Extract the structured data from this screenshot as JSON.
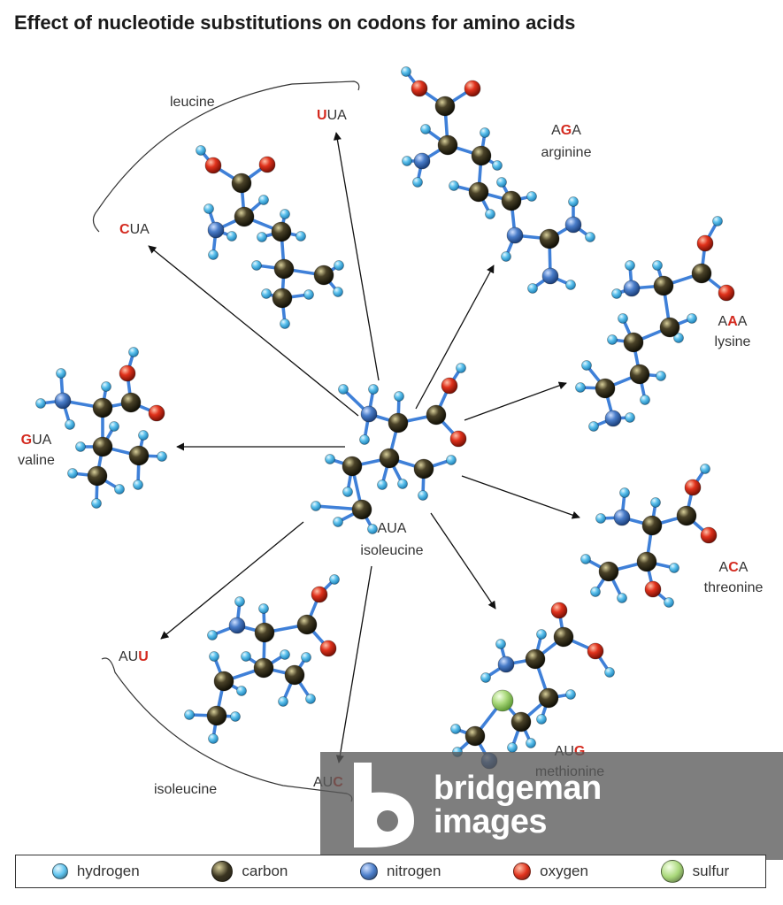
{
  "title": "Effect of nucleotide substitutions on codons for amino acids",
  "center": {
    "codon": "AUA",
    "amino_acid": "isoleucine"
  },
  "substitutions": [
    {
      "codon_pre": "",
      "codon_hl": "U",
      "codon_post": "UA",
      "amino_acid": ""
    },
    {
      "codon_pre": "A",
      "codon_hl": "G",
      "codon_post": "A",
      "amino_acid": "arginine"
    },
    {
      "codon_pre": "",
      "codon_hl": "C",
      "codon_post": "UA",
      "amino_acid": ""
    },
    {
      "codon_pre": "A",
      "codon_hl": "A",
      "codon_post": "A",
      "amino_acid": "lysine"
    },
    {
      "codon_pre": "",
      "codon_hl": "G",
      "codon_post": "UA",
      "amino_acid": "valine"
    },
    {
      "codon_pre": "A",
      "codon_hl": "C",
      "codon_post": "A",
      "amino_acid": "threonine"
    },
    {
      "codon_pre": "AU",
      "codon_hl": "U",
      "codon_post": "",
      "amino_acid": ""
    },
    {
      "codon_pre": "AU",
      "codon_hl": "G",
      "codon_post": "",
      "amino_acid": "methionine"
    },
    {
      "codon_pre": "AU",
      "codon_hl": "C",
      "codon_post": "",
      "amino_acid": ""
    }
  ],
  "groups": {
    "leucine": "leucine",
    "isoleucine": "isoleucine"
  },
  "watermark": {
    "line1": "bridgeman",
    "line2": "images"
  },
  "colors": {
    "hydrogen": "#5ec3ee",
    "carbon": "#3a3420",
    "nitrogen": "#4a7dc9",
    "oxygen": "#e0321c",
    "sulfur": "#a9d87a",
    "bond": "#3f80d8",
    "highlight": "#d42a1f"
  },
  "legend": [
    {
      "key": "hydrogen",
      "label": "hydrogen"
    },
    {
      "key": "carbon",
      "label": "carbon"
    },
    {
      "key": "nitrogen",
      "label": "nitrogen"
    },
    {
      "key": "oxygen",
      "label": "oxygen"
    },
    {
      "key": "sulfur",
      "label": "sulfur"
    }
  ]
}
